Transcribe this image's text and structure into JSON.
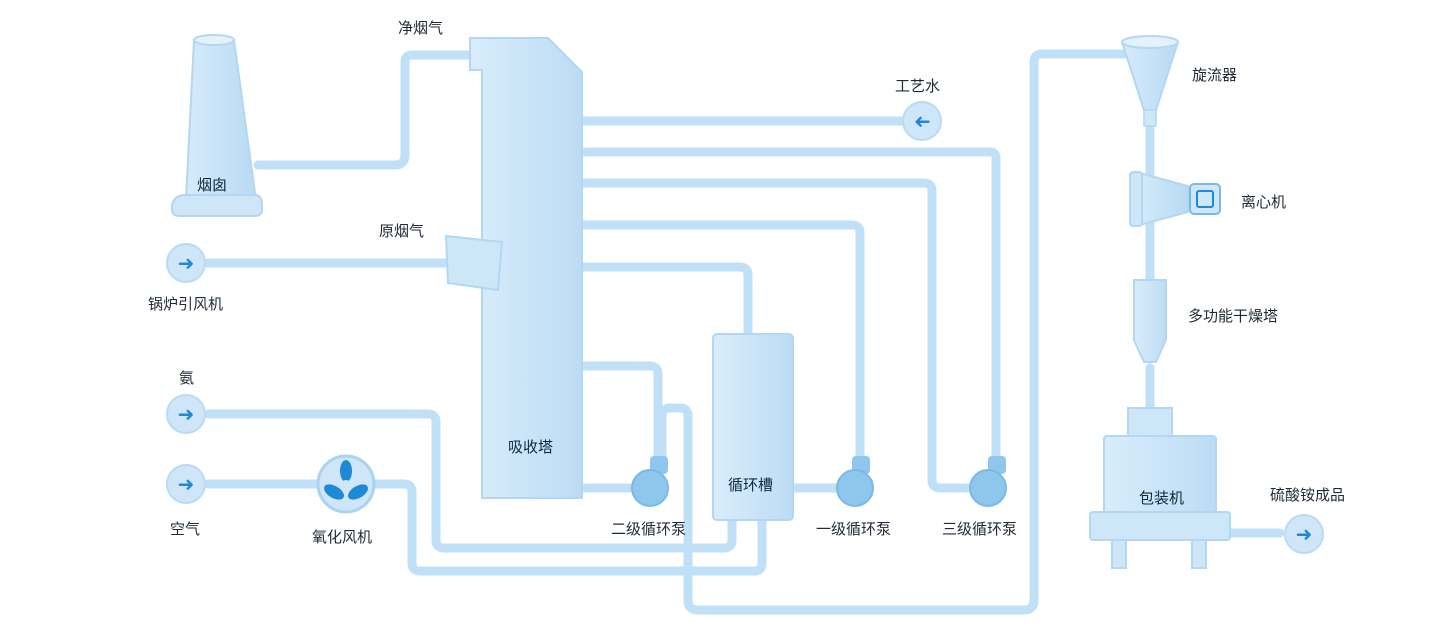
{
  "labels": {
    "chimney": "烟囱",
    "clean_flue_gas": "净烟气",
    "raw_flue_gas": "原烟气",
    "boiler_fan": "锅炉引风机",
    "ammonia": "氨",
    "air": "空气",
    "oxidation_fan": "氧化风机",
    "absorber": "吸收塔",
    "process_water": "工艺水",
    "circulation_tank": "循环槽",
    "pump_2": "二级循环泵",
    "pump_1": "一级循环泵",
    "pump_3": "三级循环泵",
    "cyclone": "旋流器",
    "centrifuge": "离心机",
    "dryer": "多功能干燥塔",
    "packer": "包装机",
    "product": "硫酸铵成品"
  },
  "colors": {
    "pipe": "#bfe0f7",
    "pipe_edge": "#a9d3f1",
    "equipment": "#cde6f8",
    "equipment_edge": "#b3d7f2",
    "arrow": "#1e8ad6"
  },
  "icons": {
    "boiler_fan": "arrow-right-icon",
    "ammonia": "arrow-right-icon",
    "air": "arrow-right-icon",
    "process_water": "arrow-left-icon",
    "product": "arrow-right-icon",
    "oxidation_fan": "fan-icon"
  }
}
